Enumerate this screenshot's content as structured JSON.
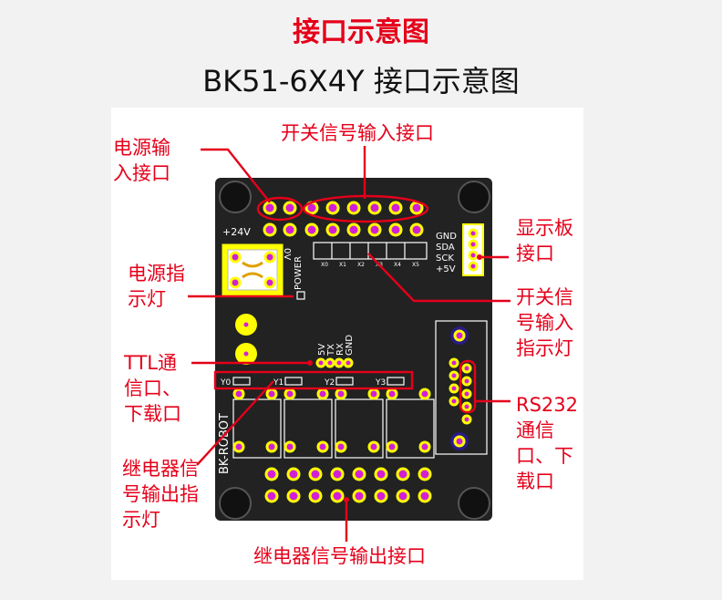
{
  "title": "接口示意图",
  "subtitle": "BK51-6X4Y 接口示意图",
  "callouts": {
    "power_input": "电源输\n入接口",
    "switch_input": "开关信号输入接口",
    "display": "显示板\n接口",
    "power_indicator": "电源指\n示灯",
    "switch_indicator": "开关信\n号输入\n指示灯",
    "ttl": "TTL通\n信口、\n下载口",
    "rs232": "RS232\n通信\n口、下\n载口",
    "relay_indicator": "继电器信\n号输出指\n示灯",
    "relay_output": "继电器信号输出接口"
  },
  "silkscreen": {
    "v24": "+24V",
    "v0": "0V",
    "power": "POWER",
    "display_pins": [
      "GND",
      "SDA",
      "SCK",
      "+5V"
    ],
    "inputs": [
      "X0",
      "X1",
      "X2",
      "X3",
      "X4",
      "X5"
    ],
    "ttl_pins": [
      "5V",
      "TX",
      "RX",
      "GND"
    ],
    "outputs": [
      "Y0",
      "Y1",
      "Y2",
      "Y3"
    ],
    "brand": "BK-ROBOT"
  },
  "colors": {
    "callout": "#e5001a",
    "pad": "#d21fd6",
    "ring": "#ffff00",
    "board": "#222222"
  }
}
